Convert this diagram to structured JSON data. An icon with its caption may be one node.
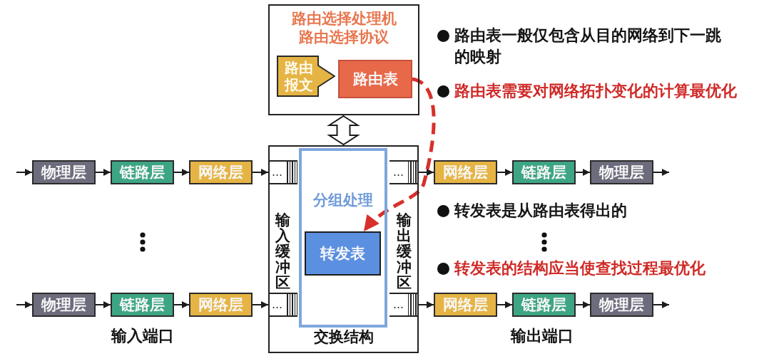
{
  "diagram": {
    "nodes": [
      {
        "text": [
          "路由选择处理机",
          "路由选择协议"
        ]
      },
      {
        "text": [
          "路由报文"
        ],
        "in": 0
      },
      {
        "text": [
          "路由表"
        ],
        "in": 0
      },
      {
        "text": [
          "物理层"
        ]
      },
      {
        "text": [
          "链路层"
        ]
      },
      {
        "text": [
          "网络层"
        ]
      },
      {
        "text": [
          "交换结构"
        ]
      },
      {
        "text": [
          "…"
        ],
        "in": 6
      },
      {
        "text": [
          "分组处理"
        ],
        "in": 6
      },
      {
        "text": [
          "转发表"
        ],
        "in": 8
      },
      {
        "text": [
          "…"
        ],
        "in": 6
      },
      {
        "text": [
          "…"
        ],
        "in": 6
      },
      {
        "text": [
          "…"
        ],
        "in": 6
      },
      {
        "text": [
          "网络层"
        ]
      },
      {
        "text": [
          "链路层"
        ]
      },
      {
        "text": [
          "物理层"
        ]
      },
      {
        "text": [
          "物理层"
        ]
      },
      {
        "text": [
          "链路层"
        ]
      },
      {
        "text": [
          "网络层"
        ]
      },
      {
        "text": [
          "网络层"
        ]
      },
      {
        "text": [
          "链路层"
        ]
      },
      {
        "text": [
          "物理层"
        ]
      }
    ],
    "edges": [
      {
        "from": null,
        "to": 3,
        "arrow": "to"
      },
      {
        "from": 3,
        "to": 4,
        "arrow": "to"
      },
      {
        "from": 4,
        "to": 5,
        "arrow": "to"
      },
      {
        "from": 5,
        "to": 7,
        "arrow": "to"
      },
      {
        "from": 10,
        "to": 13,
        "arrow": "to"
      },
      {
        "from": 13,
        "to": 14,
        "arrow": "to"
      },
      {
        "from": 14,
        "to": 15,
        "arrow": "to"
      },
      {
        "from": 15,
        "to": null,
        "arrow": "to"
      },
      {
        "from": null,
        "to": 16,
        "arrow": "to"
      },
      {
        "from": 16,
        "to": 17,
        "arrow": "to"
      },
      {
        "from": 17,
        "to": 18,
        "arrow": "to"
      },
      {
        "from": 18,
        "to": 11,
        "arrow": "to"
      },
      {
        "from": 12,
        "to": 19,
        "arrow": "to"
      },
      {
        "from": 19,
        "to": 20,
        "arrow": "to"
      },
      {
        "from": 20,
        "to": 21,
        "arrow": "to"
      },
      {
        "from": 21,
        "to": null,
        "arrow": "to"
      },
      {
        "from": 0,
        "to": 6,
        "arrow": "both",
        "style": "thick"
      },
      {
        "from": 2,
        "to": 9,
        "arrow": "to",
        "style": "dashed",
        "color": "#d7302a"
      }
    ],
    "labels": [
      "路由表一般仅包含从目的网络到下一跳的映射",
      "路由表需要对网络拓扑变化的计算最优化",
      "输入缓冲区",
      "输出缓冲区",
      "转发表是从路由表得出的",
      "转发表的结构应当使查找过程最优化",
      "输入端口",
      "输出端口"
    ]
  }
}
